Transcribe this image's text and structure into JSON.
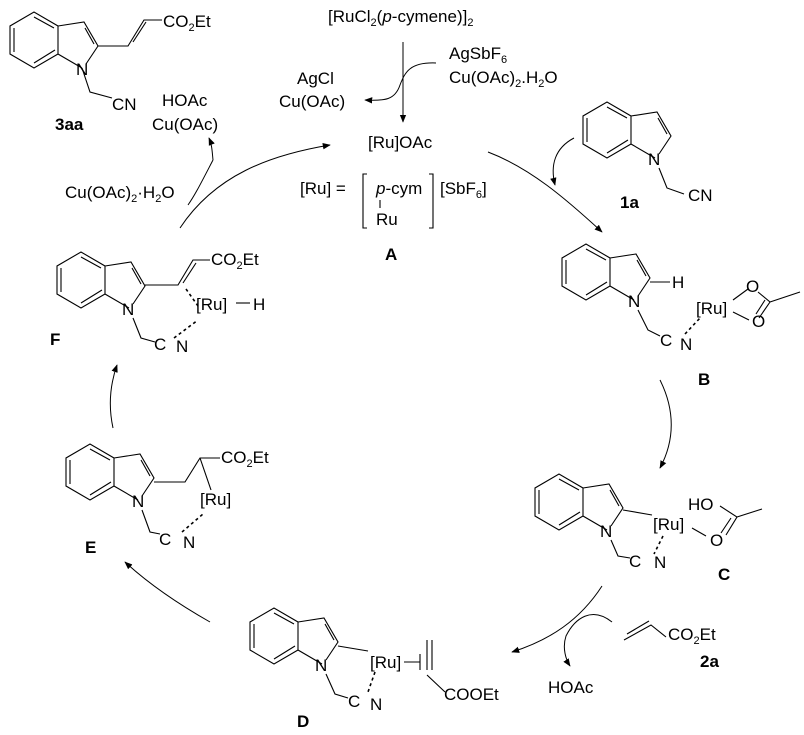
{
  "diagram": {
    "title": "Ru-catalyzed C-H alkenylation catalytic cycle",
    "precatalyst": {
      "prefix": "[RuCl",
      "sub1": "2",
      "paren_open": "(",
      "italic": "p",
      "rest": "-cymene)]",
      "sub2": "2"
    },
    "activators": {
      "line1_main": "AgSbF",
      "line1_sub": "6",
      "line2_a": "Cu(OAc)",
      "line2_sub": "2",
      "line2_b": ".H",
      "line2_sub2": "2",
      "line2_c": "O"
    },
    "byproducts_activation": {
      "line1": "AgCl",
      "line2": "Cu(OAc)"
    },
    "active_catalyst": {
      "formula": "[Ru]OAc",
      "definition_lhs": "[Ru] =",
      "ligand_italic": "p",
      "ligand_rest": "-cym",
      "metal": "Ru",
      "counterion_main": "[SbF",
      "counterion_sub": "6",
      "counterion_close": "]",
      "label": "A"
    },
    "product": {
      "substituent": "CO2Et",
      "sub_main": "CO",
      "sub_sub": "2",
      "sub_end": "Et",
      "n_label": "N",
      "cn_label": "CN",
      "label": "3aa"
    },
    "regeneration": {
      "byproducts_line1": "HOAc",
      "byproducts_line2": "Cu(OAc)",
      "oxidant_main": "Cu(OAc)",
      "oxidant_sub": "2",
      "oxidant_dot": "·H",
      "oxidant_sub2": "2",
      "oxidant_end": "O"
    },
    "substrate": {
      "n_label": "N",
      "cn_label": "CN",
      "label": "1a"
    },
    "alkene": {
      "main": "CO",
      "sub": "2",
      "end": "Et",
      "label": "2a"
    },
    "released": "HOAc",
    "intermediates": {
      "B": {
        "label": "B",
        "h": "H",
        "n": "N",
        "c": "C",
        "n2": "N",
        "ru": "[Ru]",
        "o1": "O",
        "o2": "O"
      },
      "C": {
        "label": "C",
        "n": "N",
        "c": "C",
        "n2": "N",
        "ru": "[Ru]",
        "ho": "HO",
        "o": "O"
      },
      "D": {
        "label": "D",
        "n": "N",
        "c": "C",
        "n2": "N",
        "ru": "[Ru]",
        "ester": "COOEt"
      },
      "E": {
        "label": "E",
        "n": "N",
        "c": "C",
        "n2": "N",
        "ru": "[Ru]",
        "ester_main": "CO",
        "ester_sub": "2",
        "ester_end": "Et"
      },
      "F": {
        "label": "F",
        "n": "N",
        "c": "C",
        "n2": "N",
        "ru": "[Ru]",
        "h": "H",
        "ester_main": "CO",
        "ester_sub": "2",
        "ester_end": "Et"
      }
    }
  }
}
